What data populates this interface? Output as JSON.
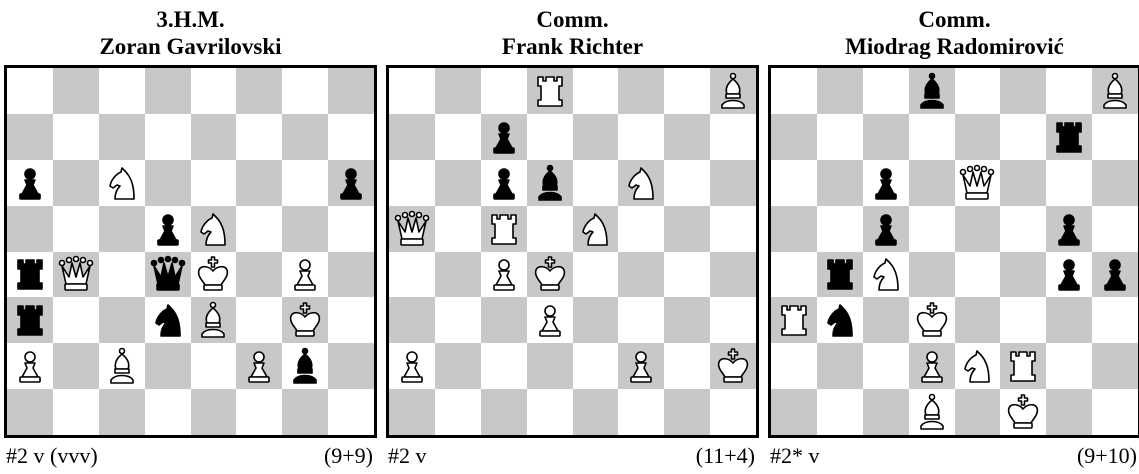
{
  "problems": [
    {
      "award": "3.H.M.",
      "composer": "Zoran Gavrilovski",
      "stipulation": "#2 v (vvv)",
      "count": "(9+9)",
      "position": [
        "........",
        "........",
        "p.N....p",
        "...pN...",
        "rQ.qK.P.",
        "r..nB.K.",
        "P.B..Pb.",
        "........"
      ]
    },
    {
      "award": "Comm.",
      "composer": "Frank Richter",
      "stipulation": "#2 v",
      "count": "(11+4)",
      "position": [
        "...R...B",
        "..p.....",
        "..pb.N..",
        "Q.R.N...",
        "..PK....",
        "...P....",
        "P....P.K",
        "........"
      ]
    },
    {
      "award": "Comm.",
      "composer": "Miodrag Radomirović",
      "stipulation": "#2* v",
      "count": "(9+10)",
      "position": [
        "...b...B",
        "......r.",
        "..p.Q...",
        "..p...p.",
        ".rN...pp",
        "Rn.K....",
        "...PNR..",
        "...B.K.."
      ]
    }
  ],
  "piece_icons": {
    "K": "white-king-icon",
    "Q": "white-queen-icon",
    "R": "white-rook-icon",
    "B": "white-bishop-icon",
    "N": "white-knight-icon",
    "P": "white-pawn-icon",
    "k": "black-king-icon",
    "q": "black-queen-icon",
    "r": "black-rook-icon",
    "b": "black-bishop-icon",
    "n": "black-knight-icon",
    "p": "black-pawn-icon"
  },
  "colors": {
    "light_square": "#ffffff",
    "dark_square": "#c8c8c8",
    "border": "#000000"
  }
}
